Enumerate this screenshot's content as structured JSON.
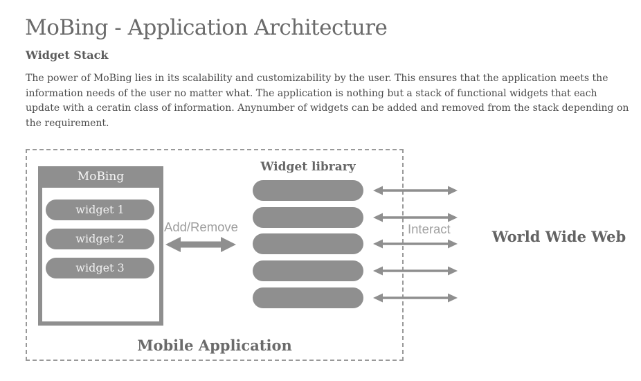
{
  "header": {
    "title": "MoBing - Application Architecture",
    "subtitle": "Widget Stack",
    "description": "The power of MoBing lies in its scalability and customizability by the user. This ensures that the application meets the information needs of the user no matter what. The application is nothing but a stack of functional widgets that each update with a ceratin class of information. Anynumber of widgets can be added and removed from the stack depending on the requirement."
  },
  "diagram": {
    "mobile_application_label": "Mobile Application",
    "phone": {
      "title": "MoBing",
      "widgets": [
        "widget 1",
        "widget 2",
        "widget 3"
      ]
    },
    "add_remove_label": "Add/Remove",
    "widget_library": {
      "label": "Widget library",
      "slot_count": 5
    },
    "interact_label": "Interact",
    "www_label": "World Wide Web",
    "colors": {
      "shape_gray": "#8f8f8f",
      "heading_gray": "#666666",
      "body_text_gray": "#4a4a4a",
      "light_label_gray": "#a0a0a0",
      "dash_gray": "#999999"
    }
  }
}
